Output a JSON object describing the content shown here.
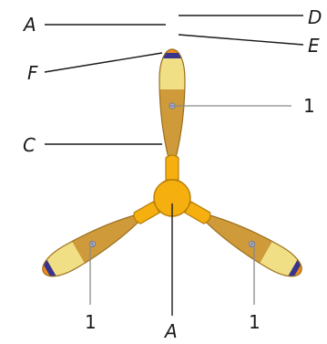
{
  "labels": {
    "top_left_a": "A",
    "tip_d": "D",
    "band_e": "E",
    "section_f": "F",
    "section_c": "C",
    "marker_top": "1",
    "marker_left": "1",
    "marker_right": "1",
    "hub_a": "A"
  },
  "colors": {
    "blade": "#CE9A3A",
    "blade_outline": "#9B6E1C",
    "light_section": "#F0DF85",
    "tip_red": "#E0301E",
    "tip_orange": "#F08A1C",
    "band_blue": "#38348E",
    "hub": "#F5AF0F",
    "hub_outline": "#B77D08",
    "marker": "#A7AEC4"
  },
  "icons": {
    "marker": "screw-marker-icon"
  }
}
